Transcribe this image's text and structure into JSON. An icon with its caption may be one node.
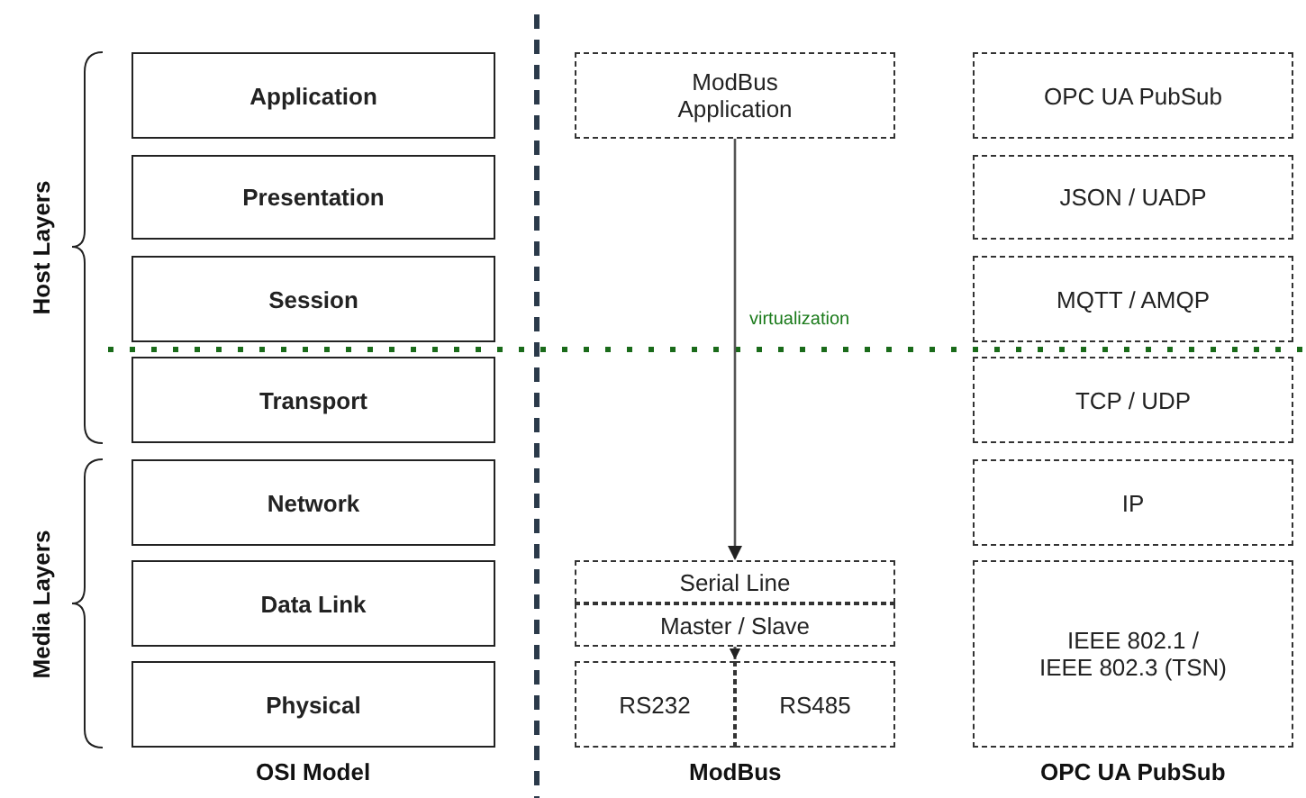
{
  "diagram": {
    "nodes": [
      {
        "text": [
          "Application"
        ]
      },
      {
        "text": [
          "Presentation"
        ]
      },
      {
        "text": [
          "Session"
        ]
      },
      {
        "text": [
          "Transport"
        ]
      },
      {
        "text": [
          "Network"
        ]
      },
      {
        "text": [
          "Data Link"
        ]
      },
      {
        "text": [
          "Physical"
        ]
      },
      {
        "text": [
          "ModBus Application"
        ]
      },
      {
        "text": [
          "Serial Line"
        ]
      },
      {
        "text": [
          "Master / Slave"
        ]
      },
      {
        "text": [
          "RS232"
        ]
      },
      {
        "text": [
          "RS485"
        ]
      },
      {
        "text": [
          "OPC UA PubSub"
        ]
      },
      {
        "text": [
          "JSON / UADP"
        ]
      },
      {
        "text": [
          "MQTT / AMQP"
        ]
      },
      {
        "text": [
          "TCP / UDP"
        ]
      },
      {
        "text": [
          "IP"
        ]
      },
      {
        "text": [
          "IEEE 802.1 / IEEE 802.3 (TSN)"
        ]
      }
    ],
    "edges": [
      {
        "from": 7,
        "to": 8,
        "arrow": "to"
      },
      {
        "from": 9,
        "to": 10,
        "arrow": "to"
      },
      {
        "from": 9,
        "to": 11,
        "arrow": "to"
      }
    ],
    "labels": [
      "Host Layers",
      "Media Layers",
      "virtualization",
      "OSI Model",
      "ModBus",
      "OPC UA PubSub"
    ]
  }
}
